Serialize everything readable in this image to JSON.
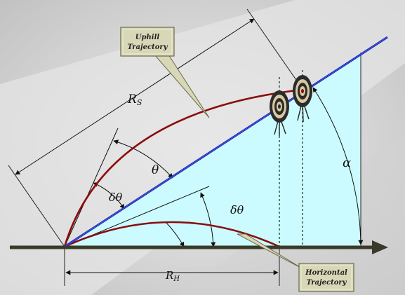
{
  "labels": {
    "rs_main": "R",
    "rs_sub": "S",
    "rh_main": "R",
    "rh_sub": "H",
    "theta": "θ",
    "delta_theta_upper": "δθ",
    "delta_theta_lower": "δθ",
    "alpha": "α"
  },
  "callouts": {
    "uphill_line1": "Uphill",
    "uphill_line2": "Trajectory",
    "horizontal_line1": "Horizontal",
    "horizontal_line2": "Trajectory"
  },
  "colors": {
    "background_outer": "#c9c9c9",
    "background_inner": "#e3e3e3",
    "slope_fill": "#ccfbff",
    "trajectory": "#8b0c0c",
    "slope_line": "#1f2bb0",
    "ground_arrow": "#3a3a2a",
    "callout_fill": "#d8d8b8",
    "callout_border": "#6b6b4a",
    "target_dark": "#2b2b2b",
    "target_tan": "#d9c9a0"
  }
}
